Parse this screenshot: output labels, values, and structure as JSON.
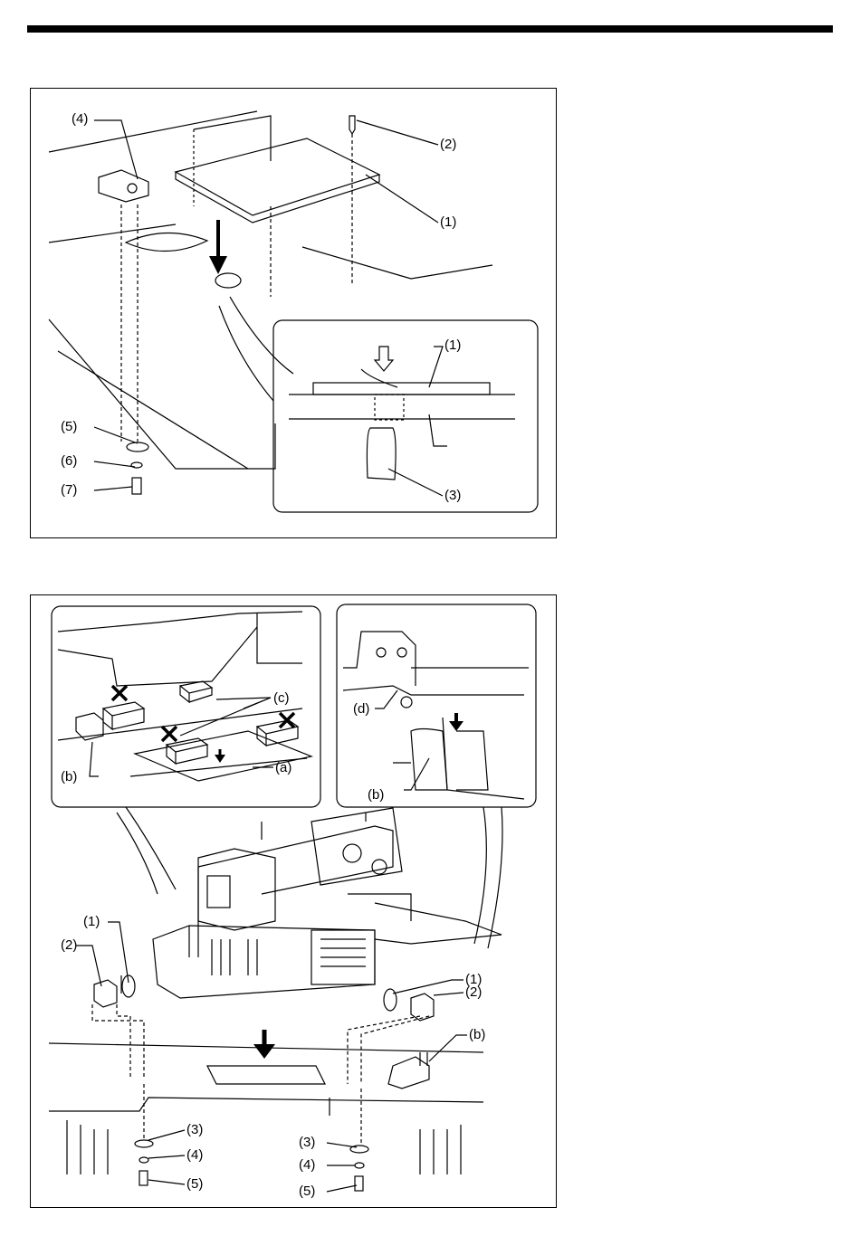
{
  "figure1": {
    "callouts": {
      "c1": "(1)",
      "c2": "(2)",
      "c3": "(3)",
      "c4": "(4)",
      "c5": "(5)",
      "c6": "(6)",
      "c7": "(7)",
      "c1_inset": "(1)"
    }
  },
  "figure2": {
    "callouts": {
      "a": "(a)",
      "b_inset": "(b)",
      "c": "(c)",
      "d": "(d)",
      "b_right": "(b)",
      "c1_left": "(1)",
      "c2_left": "(2)",
      "c1_right": "(1)",
      "c2_right": "(2)",
      "b_table": "(b)",
      "c3_left": "(3)",
      "c4_left": "(4)",
      "c5_left": "(5)",
      "c3_right": "(3)",
      "c4_right": "(4)",
      "c5_right": "(5)"
    }
  }
}
